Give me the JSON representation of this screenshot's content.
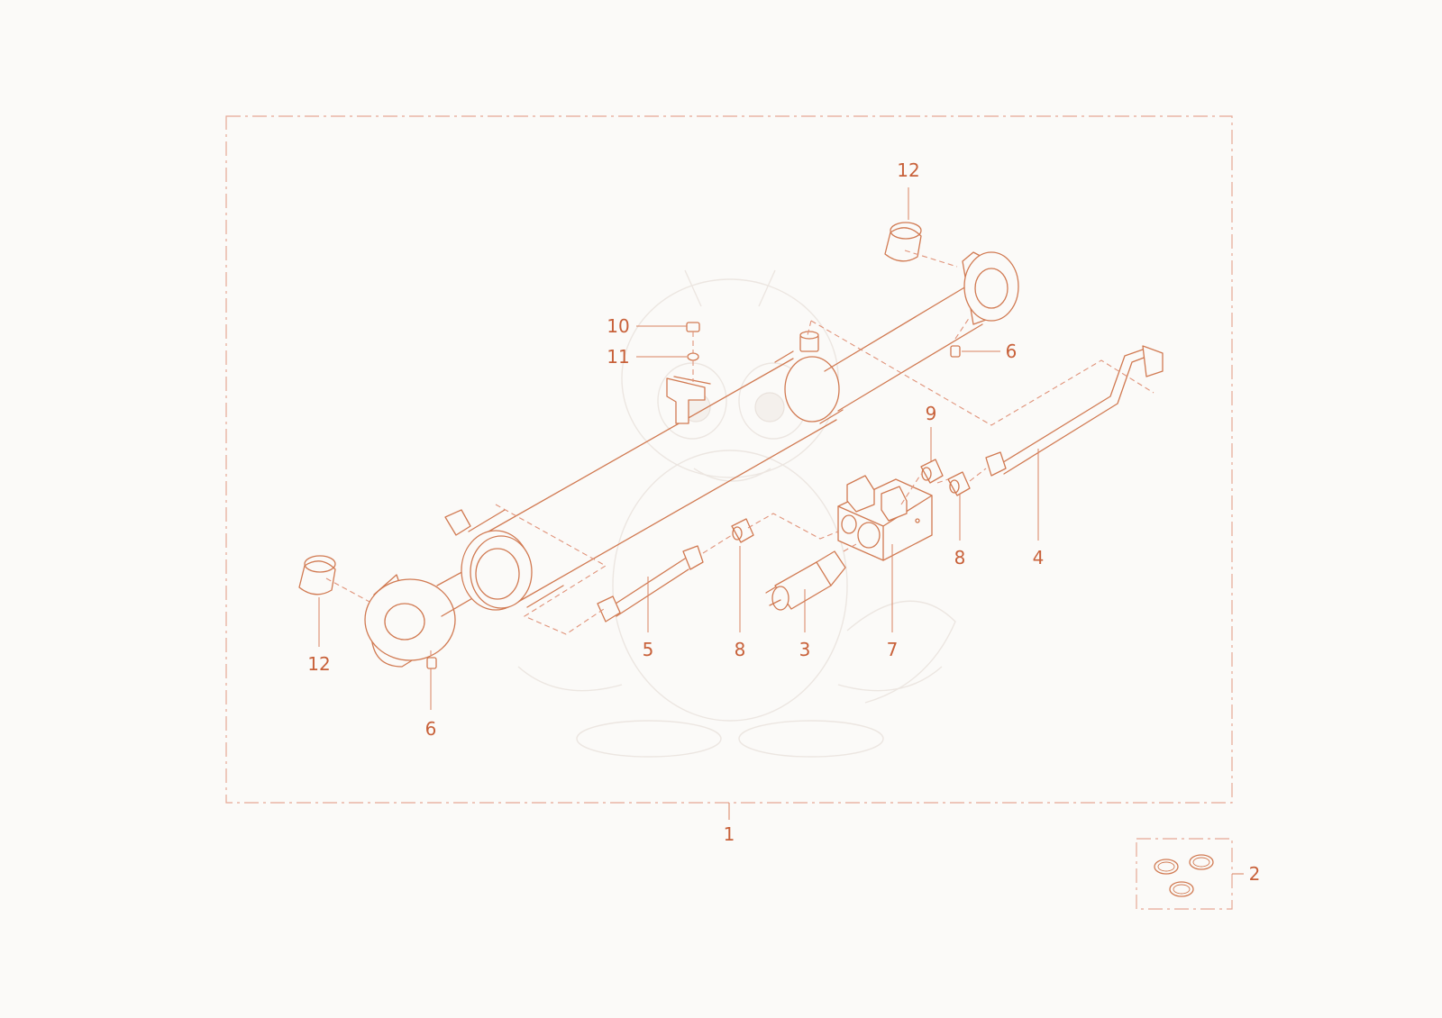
{
  "diagram": {
    "type": "exploded-parts-view",
    "accent_color": "#c8613a",
    "line_color": "#d17a52",
    "background_color": "#fbfaf8",
    "callouts": {
      "c1": "1",
      "c2": "2",
      "c3": "3",
      "c4": "4",
      "c5": "5",
      "c6a": "6",
      "c6b": "6",
      "c7": "7",
      "c8a": "8",
      "c8b": "8",
      "c9": "9",
      "c10": "10",
      "c11": "11",
      "c12a": "12",
      "c12b": "12"
    }
  }
}
